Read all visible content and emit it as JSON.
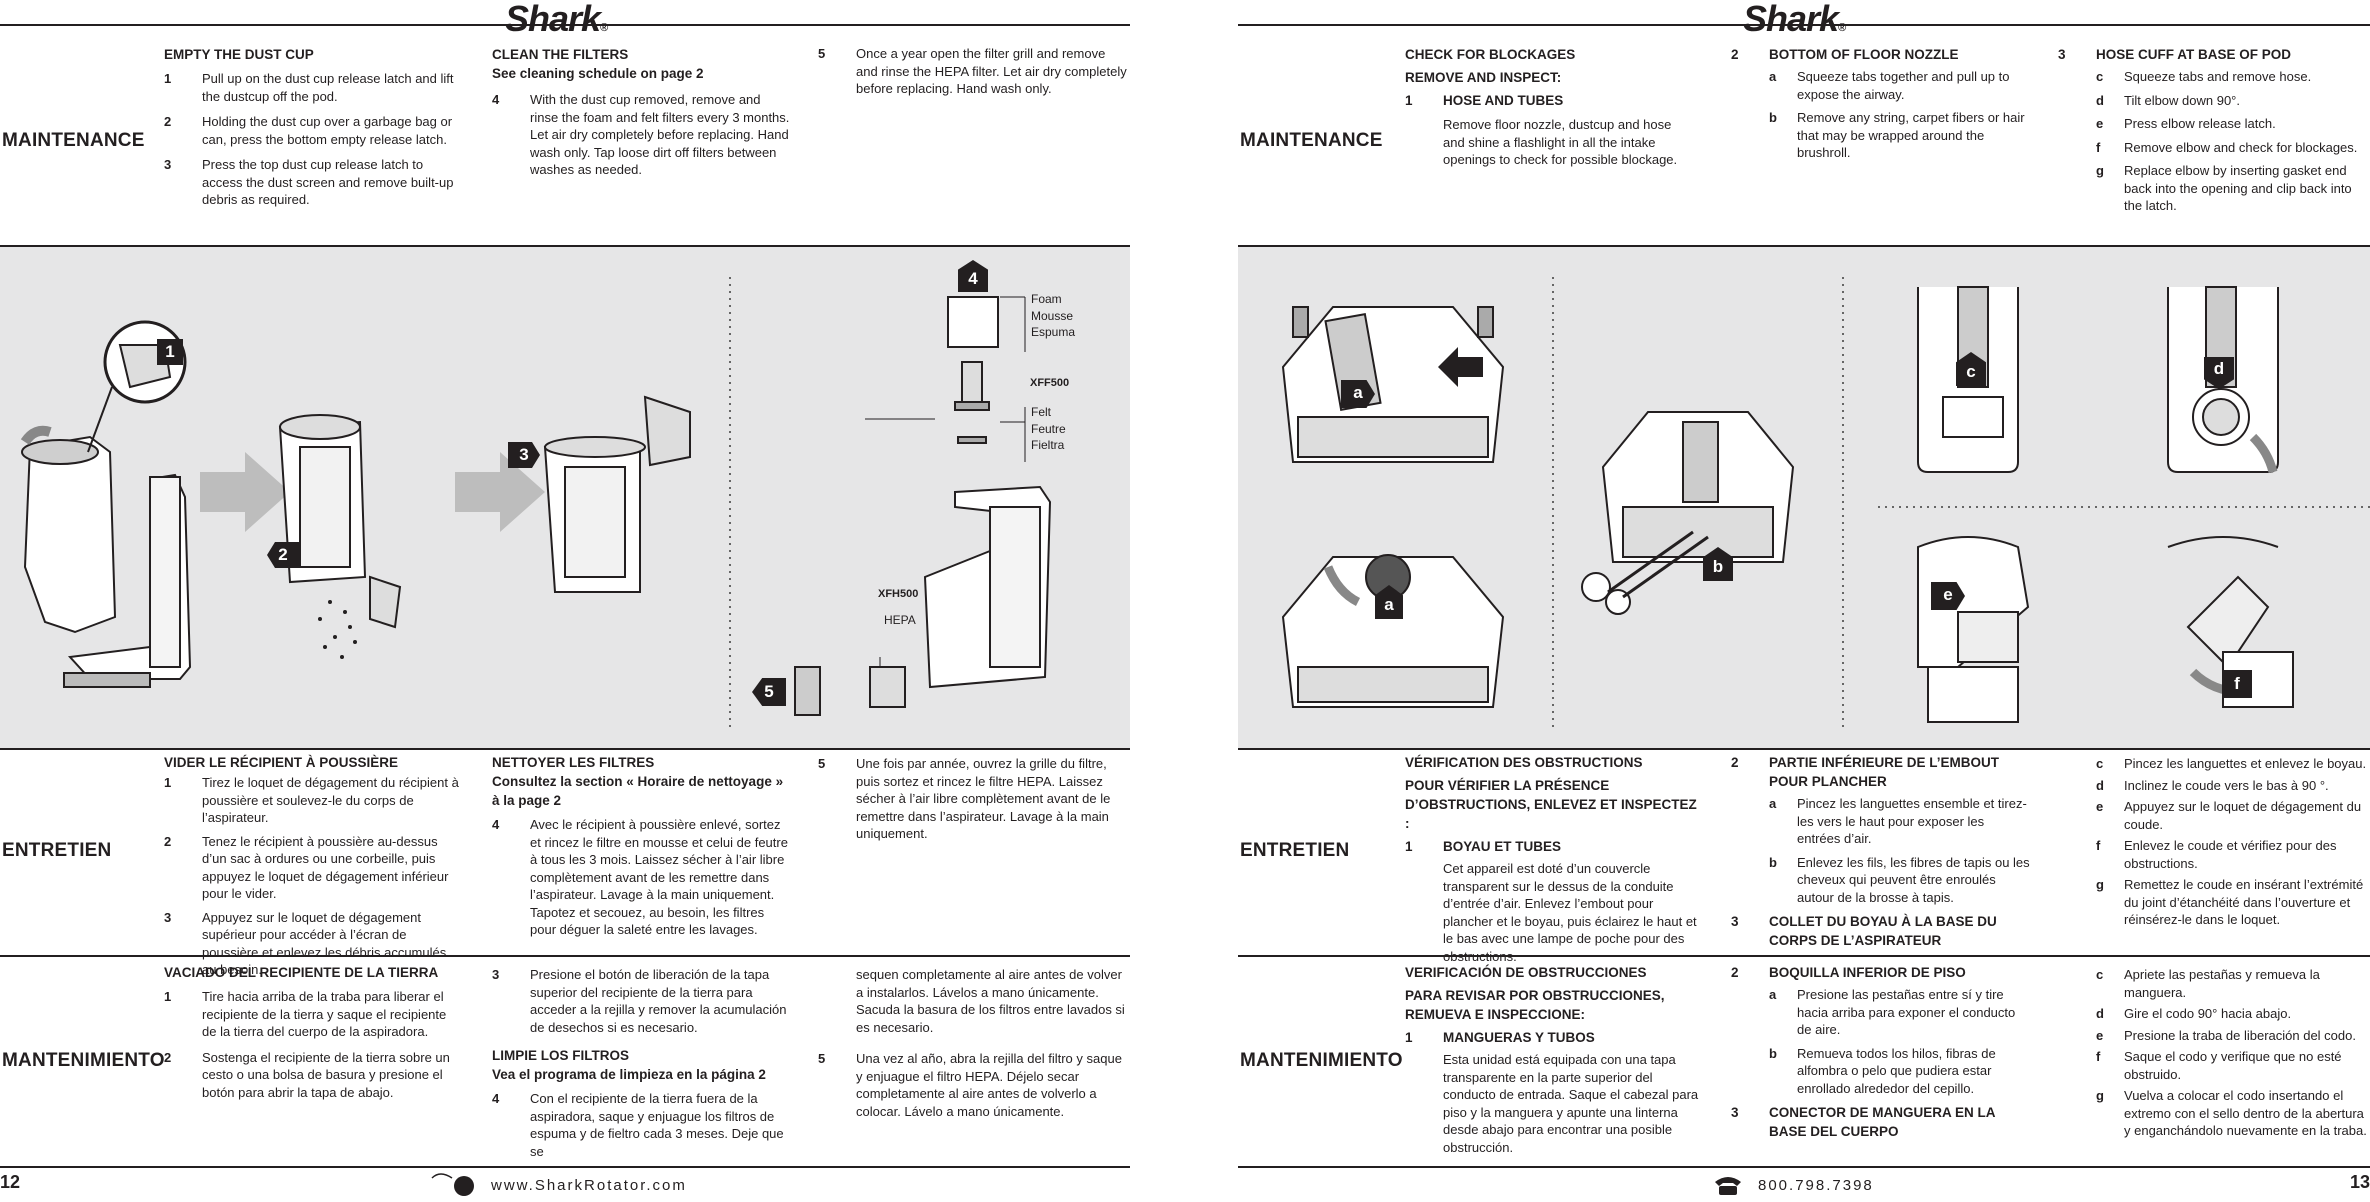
{
  "left": {
    "logo": "Shark",
    "logo_mark": "®",
    "page_number": "12",
    "website": "www.SharkRotator.com",
    "en": {
      "label": "MAINTENANCE",
      "col1": {
        "title": "EMPTY THE DUST CUP",
        "steps": [
          {
            "n": "1",
            "text": "Pull up on the dust cup release latch and lift the dustcup off the pod."
          },
          {
            "n": "2",
            "text": "Holding the dust cup over a garbage bag or can, press the bottom empty release latch."
          },
          {
            "n": "3",
            "text": "Press the top dust cup release latch to access the dust screen and remove built-up debris as required."
          }
        ]
      },
      "col2": {
        "title": "CLEAN THE FILTERS",
        "subtitle": "See cleaning schedule on page 2",
        "steps": [
          {
            "n": "4",
            "text": "With the dust cup removed, remove and rinse the foam and felt filters every 3 months. Let air dry completely before replacing. Hand wash only. Tap loose dirt off filters between washes as needed."
          }
        ]
      },
      "col3": {
        "steps": [
          {
            "n": "5",
            "text": "Once a year open the filter grill and remove and rinse the HEPA filter. Let air dry completely before replacing. Hand wash only."
          }
        ]
      }
    },
    "illustration": {
      "labels": {
        "foam": "Foam",
        "mousse": "Mousse",
        "espuma": "Espuma",
        "xff500": "XFF500",
        "felt": "Felt",
        "feutre": "Feutre",
        "fieltra": "Fieltra",
        "xfh500": "XFH500",
        "hepa": "HEPA"
      },
      "badges": [
        "1",
        "2",
        "3",
        "4",
        "5"
      ]
    },
    "fr": {
      "label": "ENTRETIEN",
      "col1": {
        "title": "VIDER LE RÉCIPIENT À POUSSIÈRE",
        "steps": [
          {
            "n": "1",
            "text": "Tirez le loquet de dégagement du récipient à poussière et soulevez-le du corps de l’aspirateur."
          },
          {
            "n": "2",
            "text": "Tenez le récipient à poussière au-dessus d’un sac à ordures ou une corbeille, puis appuyez le loquet de dégagement inférieur pour le vider."
          },
          {
            "n": "3",
            "text": "Appuyez sur le loquet de dégagement supérieur pour accéder à l’écran de poussière et enlevez les débris accumulés au besoin."
          }
        ]
      },
      "col2": {
        "title": "NETTOYER LES FILTRES",
        "subtitle": "Consultez la section « Horaire de nettoyage » à la page 2",
        "steps": [
          {
            "n": "4",
            "text": "Avec le récipient à poussière enlevé, sortez et rincez le filtre en mousse et celui de feutre à tous les 3 mois. Laissez sécher à l’air libre complètement avant de les remettre dans l’aspirateur. Lavage à la main uniquement. Tapotez et secouez, au besoin, les filtres pour déguer la saleté entre les lavages."
          }
        ]
      },
      "col3": {
        "steps": [
          {
            "n": "5",
            "text": "Une fois par année, ouvrez la grille du filtre, puis sortez et rincez le filtre HEPA. Laissez sécher à l’air libre complètement avant de le remettre dans l’aspirateur. Lavage à la main uniquement."
          }
        ]
      }
    },
    "es": {
      "label": "MANTENIMIENTO",
      "col1": {
        "title": "VACIADO DEL RECIPIENTE DE LA TIERRA",
        "steps": [
          {
            "n": "1",
            "text": "Tire hacia arriba de la traba para liberar el recipiente de la tierra y saque el recipiente de la tierra del cuerpo de la aspiradora."
          },
          {
            "n": "2",
            "text": "Sostenga el recipiente de la tierra sobre un cesto o una bolsa de basura y presione el botón para abrir la tapa de abajo."
          }
        ]
      },
      "col2": {
        "steps_a": [
          {
            "n": "3",
            "text": "Presione el botón de liberación de la tapa superior del recipiente de la tierra para acceder a la rejilla y remover la acumulación de desechos si es necesario."
          }
        ],
        "title": "LIMPIE LOS FILTROS",
        "subtitle": "Vea el programa de limpieza en la página 2",
        "steps_b": [
          {
            "n": "4",
            "text": "Con el recipiente de la tierra fuera de la aspiradora, saque y enjuague los filtros de espuma y de fieltro cada 3 meses. Deje que se"
          }
        ]
      },
      "col3": {
        "cont": "sequen completamente al aire antes de volver a instalarlos. Lávelos a mano únicamente. Sacuda la basura de los filtros entre lavados si es necesario.",
        "steps": [
          {
            "n": "5",
            "text": "Una vez al año, abra la rejilla del filtro y saque y enjuague el filtro HEPA. Déjelo secar completamente al aire antes de volverlo a colocar. Lávelo a mano únicamente."
          }
        ]
      }
    }
  },
  "right": {
    "logo": "Shark",
    "logo_mark": "®",
    "page_number": "13",
    "phone": "800.798.7398",
    "en": {
      "label": "MAINTENANCE",
      "col1": {
        "title": "CHECK FOR BLOCKAGES",
        "subtitle": "REMOVE AND INSPECT:",
        "step_n": "1",
        "step_title": "HOSE AND TUBES",
        "text": "Remove floor nozzle, dustcup and hose and shine a flashlight in all the intake openings to check for possible blockage."
      },
      "col2": {
        "n": "2",
        "title": "BOTTOM OF FLOOR NOZZLE",
        "subs": [
          {
            "n": "a",
            "text": "Squeeze tabs together and pull up to expose the airway."
          },
          {
            "n": "b",
            "text": "Remove any string, carpet fibers or hair that may be wrapped around the brushroll."
          }
        ]
      },
      "col3": {
        "n": "3",
        "title": "HOSE CUFF AT BASE OF POD",
        "subs": [
          {
            "n": "c",
            "text": "Squeeze tabs and remove hose."
          },
          {
            "n": "d",
            "text": "Tilt elbow down 90°."
          },
          {
            "n": "e",
            "text": "Press elbow release latch."
          },
          {
            "n": "f",
            "text": "Remove elbow and check for blockages."
          },
          {
            "n": "g",
            "text": "Replace elbow by inserting gasket end back into the opening and clip back into the latch."
          }
        ]
      }
    },
    "illustration": {
      "badges": [
        "a",
        "a",
        "b",
        "c",
        "d",
        "e",
        "f"
      ]
    },
    "fr": {
      "label": "ENTRETIEN",
      "col1": {
        "title": "VÉRIFICATION DES OBSTRUCTIONS",
        "subtitle": "POUR VÉRIFIER LA PRÉSENCE D’OBSTRUCTIONS, ENLEVEZ ET INSPECTEZ :",
        "step_n": "1",
        "step_title": "BOYAU ET TUBES",
        "text": "Cet appareil est doté d’un couvercle transparent sur le dessus de la conduite d’entrée d’air. Enlevez l’embout pour plancher et le boyau, puis éclairez le haut et le bas avec une lampe de poche pour des obstructions."
      },
      "col2": {
        "n": "2",
        "title": "PARTIE INFÉRIEURE DE L’EMBOUT POUR PLANCHER",
        "subs": [
          {
            "n": "a",
            "text": "Pincez les languettes ensemble et tirez-les vers le haut pour exposer les entrées d’air."
          },
          {
            "n": "b",
            "text": "Enlevez les fils, les fibres de tapis ou les cheveux qui peuvent être enroulés autour de la brosse à tapis."
          }
        ],
        "n3": "3",
        "title3": "COLLET DU BOYAU À LA BASE DU CORPS DE L’ASPIRATEUR"
      },
      "col3": {
        "subs": [
          {
            "n": "c",
            "text": "Pincez les languettes et enlevez le boyau."
          },
          {
            "n": "d",
            "text": "Inclinez le coude vers le bas à 90 °."
          },
          {
            "n": "e",
            "text": "Appuyez sur le loquet de dégagement du coude."
          },
          {
            "n": "f",
            "text": "Enlevez le coude et vérifiez pour des obstructions."
          },
          {
            "n": "g",
            "text": "Remettez le coude en insérant l’extrémité du joint d’étanchéité dans l’ouverture et réinsérez-le dans le loquet."
          }
        ]
      }
    },
    "es": {
      "label": "MANTENIMIENTO",
      "col1": {
        "title": "VERIFICACIÓN DE OBSTRUCCIONES",
        "subtitle": "PARA REVISAR POR OBSTRUCCIONES, REMUEVA E INSPECCIONE:",
        "step_n": "1",
        "step_title": "MANGUERAS Y TUBOS",
        "text": "Esta unidad está equipada con una tapa transparente en la parte superior del conducto de entrada. Saque el cabezal para piso y la manguera y apunte una linterna desde abajo para encontrar una posible obstrucción."
      },
      "col2": {
        "n": "2",
        "title": "BOQUILLA INFERIOR DE PISO",
        "subs": [
          {
            "n": "a",
            "text": "Presione las pestañas entre sí y tire hacia arriba para exponer el conducto de aire."
          },
          {
            "n": "b",
            "text": "Remueva todos los hilos, fibras de alfombra o pelo que pudiera estar enrollado alrededor del cepillo."
          }
        ],
        "n3": "3",
        "title3": "CONECTOR DE MANGUERA EN LA BASE DEL CUERPO"
      },
      "col3": {
        "subs": [
          {
            "n": "c",
            "text": "Apriete las pestañas y remueva la manguera."
          },
          {
            "n": "d",
            "text": "Gire el codo 90° hacia abajo."
          },
          {
            "n": "e",
            "text": "Presione la traba de liberación del codo."
          },
          {
            "n": "f",
            "text": "Saque el codo y verifique que no esté obstruido."
          },
          {
            "n": "g",
            "text": "Vuelva a colocar el codo insertando el extremo con el sello dentro de la abertura y enganchándolo nuevamente en la traba."
          }
        ]
      }
    }
  }
}
